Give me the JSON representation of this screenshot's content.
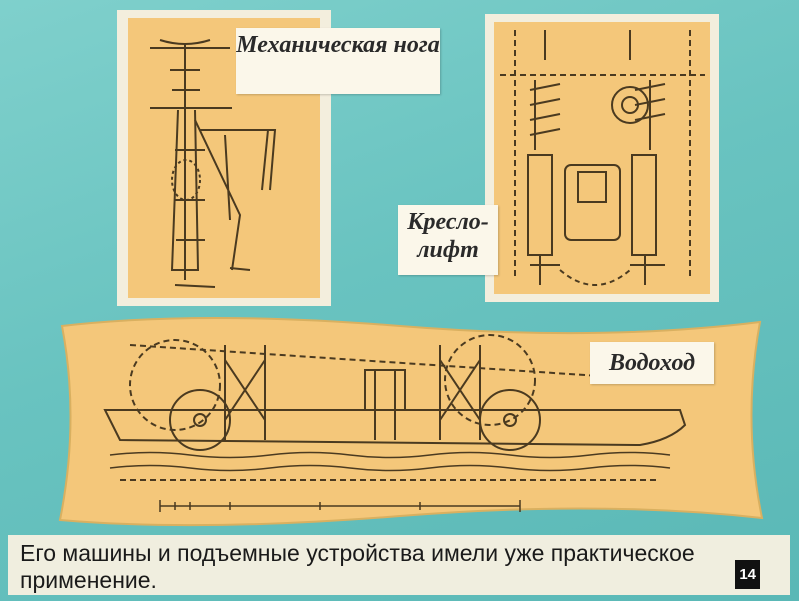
{
  "labels": {
    "mechanical_leg": "Механическая нога",
    "chair_lift_line1": "Кресло-",
    "chair_lift_line2": "лифт",
    "water_walker": "Водоход"
  },
  "caption": "Его машины и подъемные устройства имели уже практическое применение.",
  "frame_number": "14",
  "colors": {
    "background": "#6cc4c1",
    "panel": "#f4c77a",
    "ink": "#3a2a10"
  }
}
